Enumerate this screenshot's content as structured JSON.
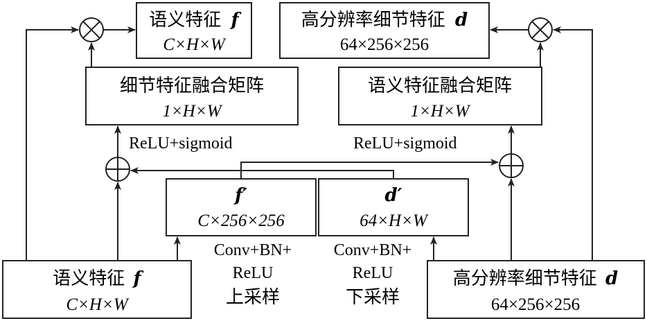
{
  "top_left_box": {
    "title": "语义特征",
    "var": "f",
    "dims": "C×H×W"
  },
  "top_right_box": {
    "title": "高分辨率细节特征",
    "var": "d",
    "dims": "64×256×256"
  },
  "left_matrix_box": {
    "title": "细节特征融合矩阵",
    "dims": "1×H×W"
  },
  "right_matrix_box": {
    "title": "语义特征融合矩阵",
    "dims": "1×H×W"
  },
  "left_activation": "ReLU+sigmoid",
  "right_activation": "ReLU+sigmoid",
  "f_prime_box": {
    "var": "f′",
    "dims": "C×256×256"
  },
  "d_prime_box": {
    "var": "d′",
    "dims": "64×H×W"
  },
  "left_op": {
    "line1": "Conv+BN+",
    "line2": "ReLU",
    "line3": "上采样"
  },
  "right_op": {
    "line1": "Conv+BN+",
    "line2": "ReLU",
    "line3": "下采样"
  },
  "bottom_left_box": {
    "title": "语义特征",
    "var": "f",
    "dims": "C×H×W"
  },
  "bottom_right_box": {
    "title": "高分辨率细节特征",
    "var": "d",
    "dims": "64×256×256"
  },
  "symbols": {
    "multiply": "⊗",
    "add": "⊕"
  }
}
